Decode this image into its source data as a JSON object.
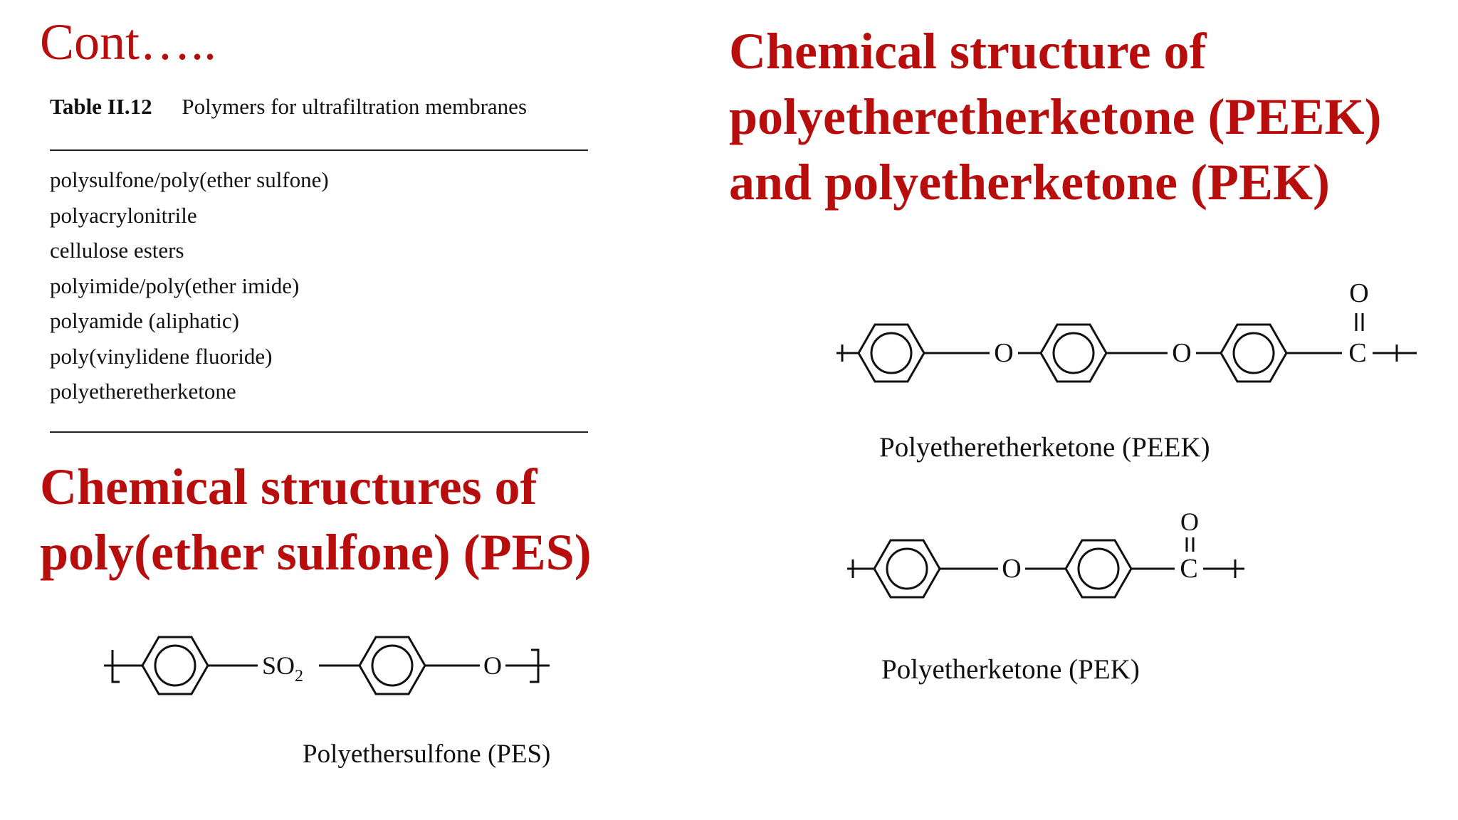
{
  "heading": {
    "cont": "Cont….."
  },
  "titles": {
    "right": "Chemical structure of polyetheretherketone (PEEK) and polyetherketone (PEK)",
    "pes": "Chemical structures of poly(ether sulfone) (PES)"
  },
  "table": {
    "number": "Table II.12",
    "caption": "Polymers for ultrafiltration membranes",
    "rows": [
      "polysulfone/poly(ether sulfone)",
      "polyacrylonitrile",
      "cellulose esters",
      "polyimide/poly(ether imide)",
      "polyamide (aliphatic)",
      "poly(vinylidene fluoride)",
      "polyetheretherketone"
    ]
  },
  "structures": {
    "peek": {
      "caption": "Polyetheretherketone (PEEK)",
      "atom_o1": "O",
      "atom_o2": "O",
      "atom_c": "C",
      "atom_carbonyl_o": "O"
    },
    "pek": {
      "caption": "Polyetherketone (PEK)",
      "atom_o1": "O",
      "atom_c": "C",
      "atom_carbonyl_o": "O"
    },
    "pes": {
      "caption": "Polyethersulfone (PES)",
      "group_so": "SO",
      "group_sub": "2",
      "atom_o": "O"
    }
  },
  "colors": {
    "accent": "#b80d0d",
    "text": "#111111"
  }
}
